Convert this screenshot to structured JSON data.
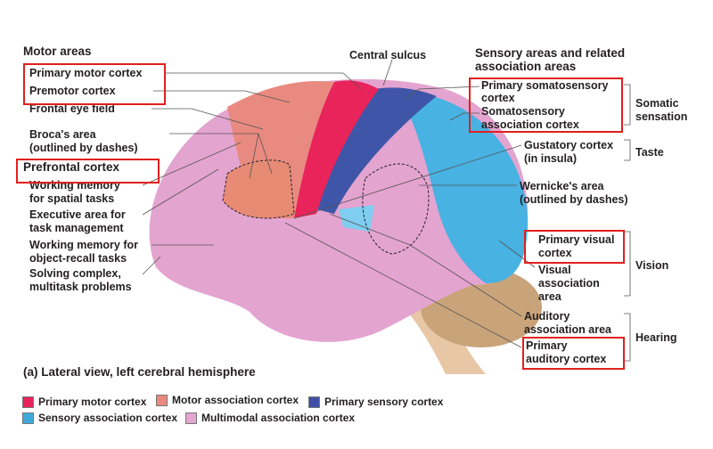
{
  "headings": {
    "motor": "Motor areas",
    "sensory_1": "Sensory areas and related",
    "sensory_2": "association areas",
    "central_sulcus": "Central sulcus",
    "caption": "(a) Lateral view, left cerebral hemisphere"
  },
  "left_labels": {
    "primary_motor": "Primary motor cortex",
    "premotor": "Premotor cortex",
    "frontal_eye": "Frontal eye field",
    "broca_1": "Broca's area",
    "broca_2": "(outlined by dashes)",
    "prefrontal": "Prefrontal cortex",
    "wm_spatial_1": "Working memory",
    "wm_spatial_2": "for spatial tasks",
    "exec_1": "Executive area for",
    "exec_2": "task management",
    "wm_object_1": "Working memory for",
    "wm_object_2": "object-recall tasks",
    "solving_1": "Solving complex,",
    "solving_2": "multitask problems"
  },
  "right_labels": {
    "somato_1": "Primary somatosensory",
    "somato_2": "cortex",
    "somato_assoc_1": "Somatosensory",
    "somato_assoc_2": "association cortex",
    "gustatory_1": "Gustatory cortex",
    "gustatory_2": "(in insula)",
    "wernicke_1": "Wernicke's area",
    "wernicke_2": "(outlined by dashes)",
    "visual_1": "Primary visual",
    "visual_2": "cortex",
    "visual_assoc_1": "Visual",
    "visual_assoc_2": "association",
    "visual_assoc_3": "area",
    "auditory_assoc_1": "Auditory",
    "auditory_assoc_2": "association area",
    "auditory_1": "Primary",
    "auditory_2": "auditory cortex"
  },
  "groups": {
    "somatic_1": "Somatic",
    "somatic_2": "sensation",
    "taste": "Taste",
    "vision": "Vision",
    "hearing": "Hearing"
  },
  "legend": [
    {
      "label": "Primary motor cortex",
      "color": "#e8245a"
    },
    {
      "label": "Motor association cortex",
      "color": "#e98a80"
    },
    {
      "label": "Primary sensory cortex",
      "color": "#3f4fa6"
    },
    {
      "label": "Sensory association cortex",
      "color": "#3fa9dc"
    },
    {
      "label": "Multimodal association cortex",
      "color": "#e2a6cf"
    }
  ],
  "highlight_color": "#e0201e"
}
